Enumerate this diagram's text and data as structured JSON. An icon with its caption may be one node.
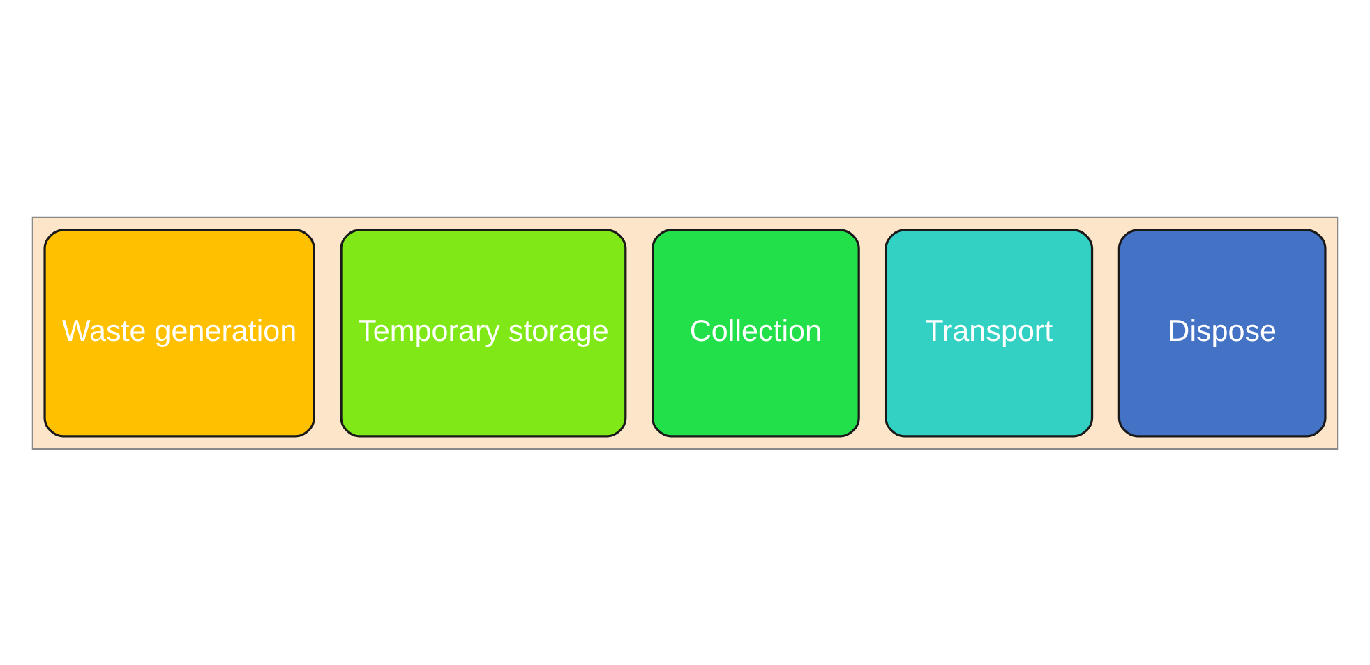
{
  "diagram": {
    "nodes": [
      {
        "text": [],
        "shape": "arrow"
      },
      {
        "text": [
          "Waste generation"
        ],
        "in": 0
      },
      {
        "text": [
          "Temporary storage"
        ],
        "in": 0
      },
      {
        "text": [
          "Collection"
        ],
        "in": 0
      },
      {
        "text": [
          "Transport"
        ],
        "in": 0
      },
      {
        "text": [
          "Dispose"
        ],
        "in": 0
      }
    ]
  }
}
